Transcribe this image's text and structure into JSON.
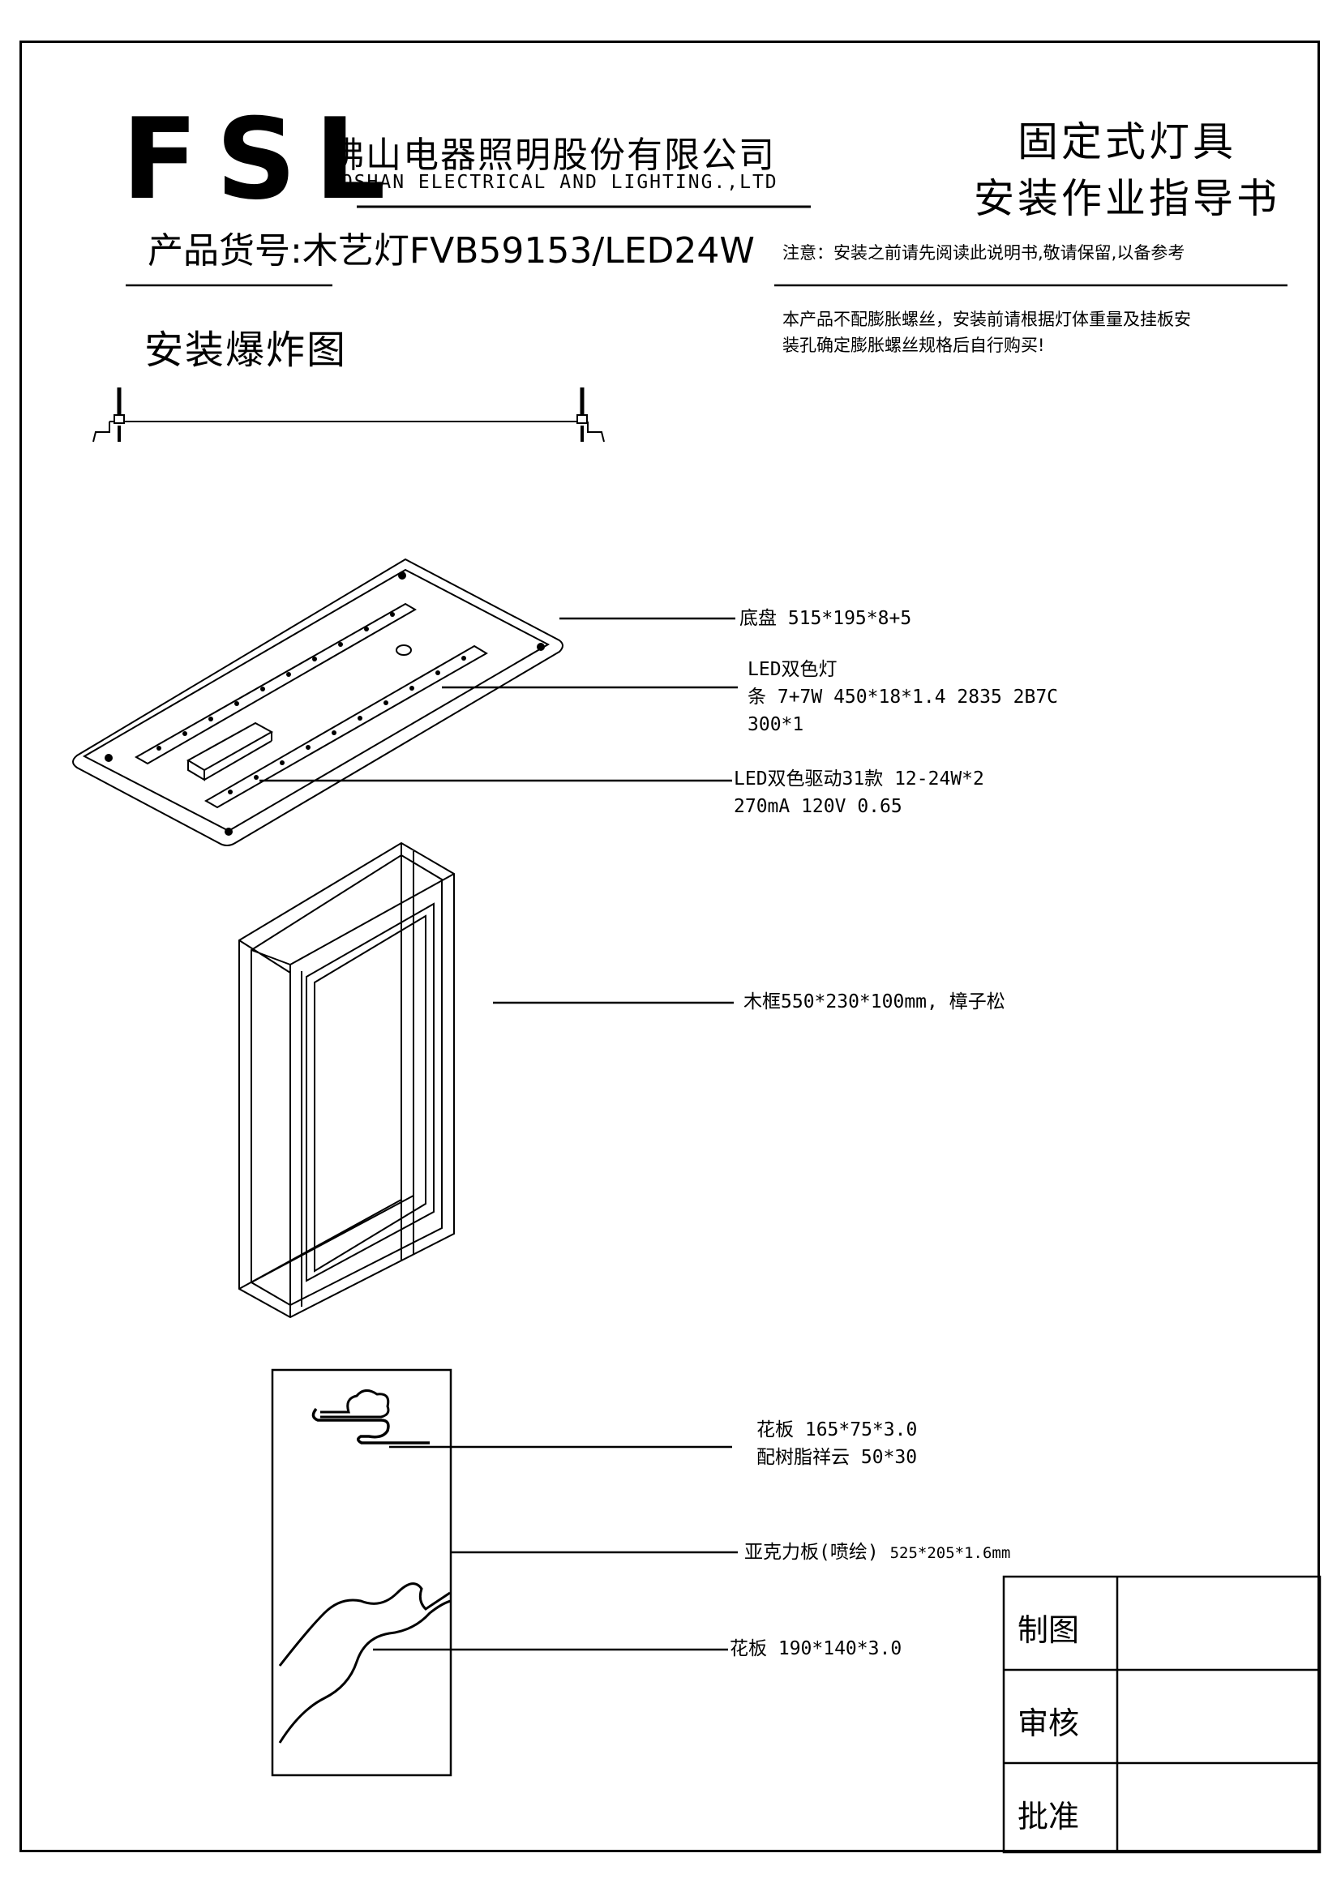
{
  "header": {
    "logo": "FSL",
    "company_cn": "佛山电器照明股份有限公司",
    "company_en": "FOSHAN ELECTRICAL AND LIGHTING.,LTD",
    "doc_title_line1": "固定式灯具",
    "doc_title_line2": "安装作业指导书",
    "product_code": "产品货号:木艺灯FVB59153/LED24W",
    "notice": "注意：安装之前请先阅读此说明书,敬请保留,以备参考",
    "remark_line1": "本产品不配膨胀螺丝，安装前请根据灯体重量及挂板安",
    "remark_line2": "装孔确定膨胀螺丝规格后自行购买!"
  },
  "section": {
    "title": "安装爆炸图"
  },
  "parts": {
    "base_plate": "底盘 515*195*8+5",
    "led_strip_line1": "LED双色灯",
    "led_strip_line2": "条 7+7W 450*18*1.4 2835 2B7C",
    "led_strip_line3": "300*1",
    "driver_line1": "LED双色驱动31款 12-24W*2",
    "driver_line2": "270mA 120V 0.65",
    "wood_frame": "木框550*230*100mm, 樟子松",
    "flower_plate_top_line1": "花板 165*75*3.0",
    "flower_plate_top_line2": "配树脂祥云 50*30",
    "acrylic_main": "亚克力板(喷绘)",
    "acrylic_size": "525*205*1.6mm",
    "flower_plate_bottom": "花板 190*140*3.0"
  },
  "signoff": {
    "drawn": "制图",
    "reviewed": "审核",
    "approved": "批准"
  }
}
